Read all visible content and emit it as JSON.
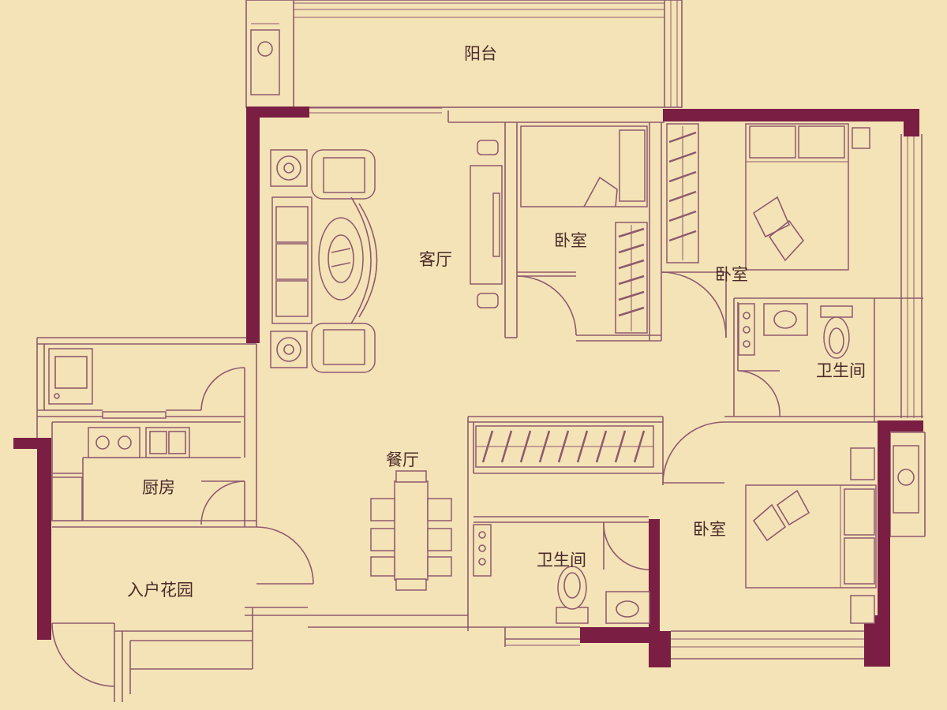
{
  "plan": {
    "rooms": [
      {
        "id": "balcony",
        "label": "阳台"
      },
      {
        "id": "living",
        "label": "客厅"
      },
      {
        "id": "bedroom-middle",
        "label": "卧室"
      },
      {
        "id": "bedroom-top-right",
        "label": "卧室"
      },
      {
        "id": "bathroom-right",
        "label": "卫生间"
      },
      {
        "id": "dining",
        "label": "餐厅"
      },
      {
        "id": "kitchen",
        "label": "厨房"
      },
      {
        "id": "entry-garden",
        "label": "入户花园"
      },
      {
        "id": "bathroom-middle",
        "label": "卫生间"
      },
      {
        "id": "bedroom-bottom-right",
        "label": "卧室"
      }
    ]
  },
  "colors": {
    "background": "#f4e3b6",
    "wall": "#7a1e43",
    "line": "#8e5a6e",
    "text": "#4a2a2a"
  }
}
